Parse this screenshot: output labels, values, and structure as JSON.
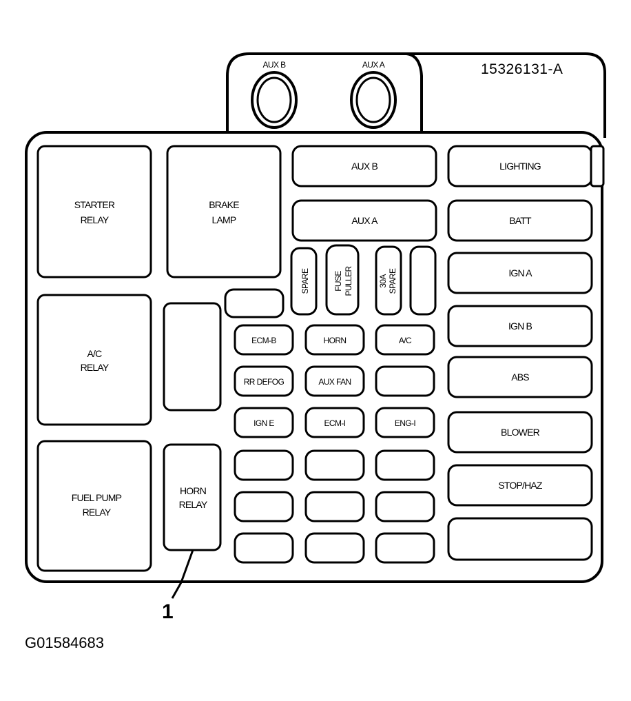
{
  "part_number": "15326131-A",
  "figure_id": "G01584683",
  "callout": "1",
  "terminals": {
    "aux_b": "AUX B",
    "aux_a": "AUX A"
  },
  "relays": {
    "starter": [
      "STARTER",
      "RELAY"
    ],
    "brake_lamp": [
      "BRAKE",
      "LAMP"
    ],
    "ac": [
      "A/C",
      "RELAY"
    ],
    "fuel_pump": [
      "FUEL PUMP",
      "RELAY"
    ],
    "horn": [
      "HORN",
      "RELAY"
    ]
  },
  "maxi_fuses_left": {
    "aux_b": "AUX B",
    "aux_a": "AUX A"
  },
  "vertical_fuses": {
    "spare": "SPARE",
    "fuse_puller": [
      "FUSE",
      "PULLER"
    ],
    "spare_30a": [
      "30A",
      "SPARE"
    ]
  },
  "mini_fuses": {
    "ecm_b": "ECM-B",
    "horn": "HORN",
    "ac": "A/C",
    "rr_defog": "RR DEFOG",
    "aux_fan": "AUX FAN",
    "ign_e": "IGN E",
    "ecm_i": "ECM-I",
    "eng_i": "ENG-I"
  },
  "maxi_fuses_right": {
    "lighting": "LIGHTING",
    "batt": "BATT",
    "ign_a": "IGN A",
    "ign_b": "IGN B",
    "abs": "ABS",
    "blower": "BLOWER",
    "stop_haz": "STOP/HAZ"
  }
}
